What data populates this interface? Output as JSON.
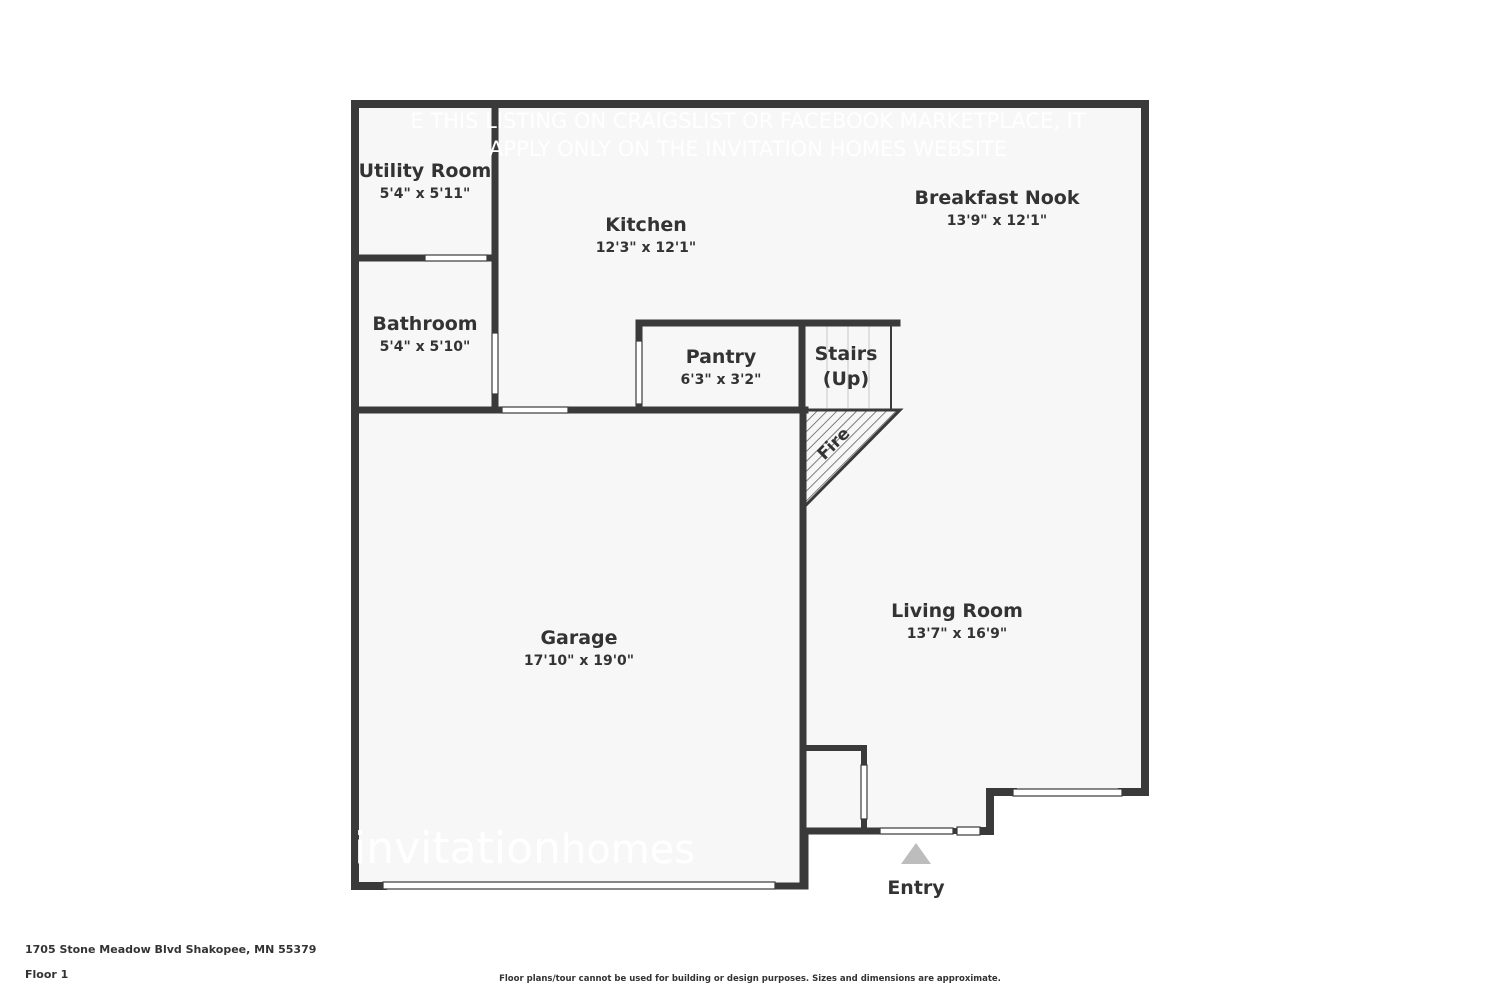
{
  "watermark": {
    "line1": "E THIS LISTING ON CRAIGSLIST OR FACEBOOK MARKETPLACE, IT",
    "line2": "APPLY ONLY ON THE INVITATION HOMES WEBSITE",
    "brand_part1": "invitation",
    "brand_part2": "homes"
  },
  "rooms": {
    "utility": {
      "name": "Utility Room",
      "dims": "5'4\" x 5'11\""
    },
    "kitchen": {
      "name": "Kitchen",
      "dims": "12'3\" x 12'1\""
    },
    "breakfast": {
      "name": "Breakfast Nook",
      "dims": "13'9\" x 12'1\""
    },
    "bathroom": {
      "name": "Bathroom",
      "dims": "5'4\" x 5'10\""
    },
    "pantry": {
      "name": "Pantry",
      "dims": "6'3\" x 3'2\""
    },
    "stairs": {
      "name_line1": "Stairs",
      "name_line2": "(Up)"
    },
    "fireplace": {
      "label": "Fire"
    },
    "garage": {
      "name": "Garage",
      "dims": "17'10\" x 19'0\""
    },
    "living": {
      "name": "Living Room",
      "dims": "13'7\" x 16'9\""
    }
  },
  "entry": {
    "label": "Entry"
  },
  "footer": {
    "address": "1705 Stone Meadow Blvd Shakopee, MN 55379",
    "floor": "Floor 1",
    "disclaimer": "Floor plans/tour cannot be used for building or design purposes. Sizes and dimensions are approximate."
  },
  "colors": {
    "wall": "#3a3a3a",
    "floor": "#f7f7f7",
    "text": "#333333"
  }
}
